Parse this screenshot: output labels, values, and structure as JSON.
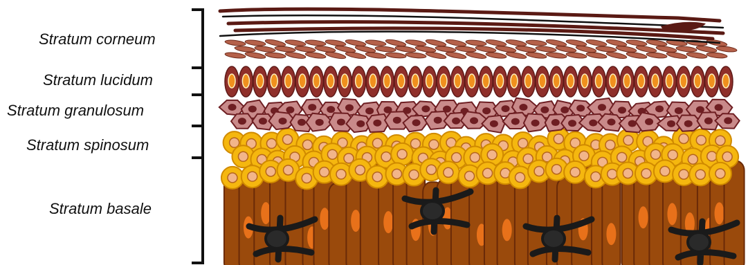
{
  "labels": {
    "corneum": "Stratum corneum",
    "lucidum": "Stratum lucidum",
    "granulosum": "Stratum granulosum",
    "spinosum": "Stratum spinosum",
    "basale": "Stratum basale"
  },
  "colors": {
    "background": "#ffffff",
    "outline": "#111111",
    "corneum_fiber": "#5a1a14",
    "corneum_flake": "#b5614a",
    "lucidum_cell": "#8f2f2a",
    "lucidum_nucleus": "#f0901e",
    "granulosum_cell": "#c98a8a",
    "granulosum_dark": "#6e1e22",
    "spinosum_cell": "#f5b70f",
    "spinosum_nucleus": "#f2b58a",
    "basale_cell": "#9a4a0c",
    "basale_nucleus": "#e8711a",
    "melanocyte": "#1a1a1a"
  }
}
